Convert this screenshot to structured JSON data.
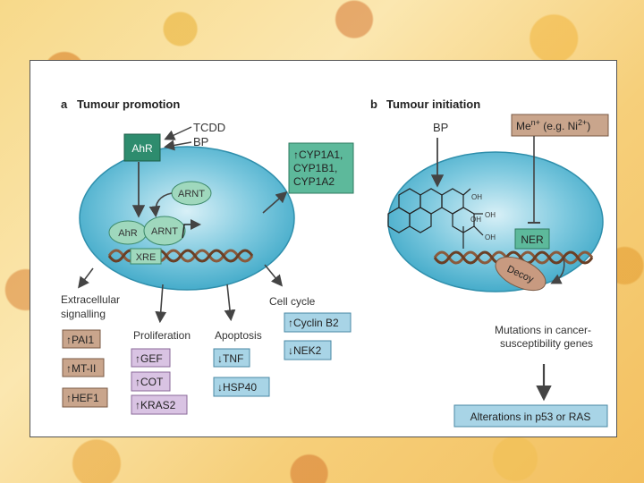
{
  "panel_a": {
    "letter": "a",
    "title": "Tumour promotion",
    "ligands": [
      "TCDD",
      "BP"
    ],
    "ahr_label": "AhR",
    "arnt_label": "ARNT",
    "complex_ahr": "AhR",
    "complex_arnt": "ARNT",
    "xre_label": "XRE",
    "cyp_box": [
      "↑CYP1A1,",
      "CYP1B1,",
      "CYP1A2"
    ],
    "extracellular_label": [
      "Extracellular",
      "signalling"
    ],
    "extracellular_genes": [
      "↑PAI1",
      "↑MT-II",
      "↑HEF1"
    ],
    "proliferation_label": "Proliferation",
    "proliferation_genes": [
      "↑GEF",
      "↑COT",
      "↑KRAS2"
    ],
    "apoptosis_label": "Apoptosis",
    "apoptosis_genes": [
      "↓TNF",
      "↓HSP40"
    ],
    "cell_cycle_label": "Cell cycle",
    "cell_cycle_genes": [
      "↑Cyclin B2",
      "↓NEK2"
    ]
  },
  "panel_b": {
    "letter": "b",
    "title": "Tumour initiation",
    "bp_label": "BP",
    "metal_main": "Me",
    "metal_sup": "n+",
    "metal_rest": " (e.g. Ni",
    "metal_sup2": "2+",
    "metal_end": ")",
    "oh_labels": [
      "OH",
      "OH",
      "OH",
      "OH"
    ],
    "ner_label": "NER",
    "decoy_label": "Decoy",
    "mutations_text": [
      "Mutations in cancer-",
      "susceptibility genes"
    ],
    "alterations_text": "Alterations in p53 or RAS"
  },
  "colors": {
    "cell": "#4fb3cf",
    "cell_light": "#c9e9f2",
    "teal_box": "#5db99b",
    "teal_box_dark": "#2e8c6e",
    "arnt": "#9fd8bd",
    "brown_box": "#c9a58c",
    "purple_box": "#d9c3e3",
    "blue_box": "#a8d4e6",
    "decoy": "#c89a80",
    "dna": "#8a5a3c"
  }
}
